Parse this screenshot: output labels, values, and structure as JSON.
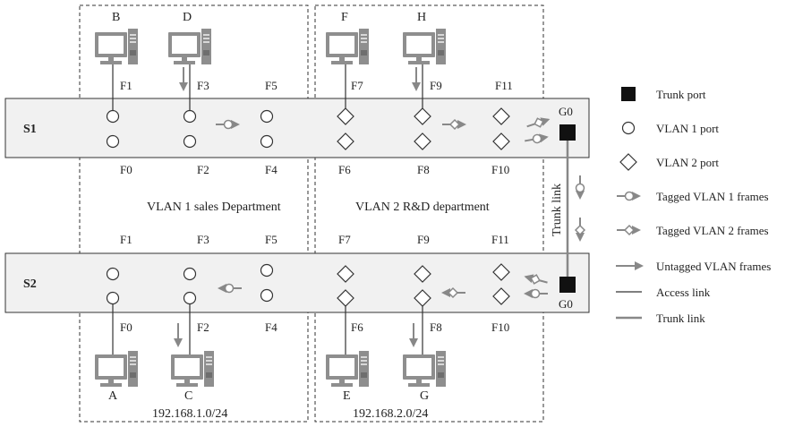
{
  "switches": {
    "s1": {
      "label": "S1",
      "trunk_port": "G0"
    },
    "s2": {
      "label": "S2",
      "trunk_port": "G0"
    }
  },
  "hosts": {
    "top": [
      "B",
      "D",
      "F",
      "H"
    ],
    "bottom": [
      "A",
      "C",
      "E",
      "G"
    ]
  },
  "ports": {
    "odd": [
      "F1",
      "F3",
      "F5",
      "F7",
      "F9",
      "F11"
    ],
    "even": [
      "F0",
      "F2",
      "F4",
      "F6",
      "F8",
      "F10"
    ]
  },
  "vlans": {
    "vlan1": {
      "name": "VLAN 1 sales Department",
      "subnet": "192.168.1.0/24"
    },
    "vlan2": {
      "name": "VLAN 2 R&D department",
      "subnet": "192.168.2.0/24"
    }
  },
  "trunk_label": "Trunk link",
  "legend": {
    "trunk_port": "Trunk port",
    "vlan1_port": "VLAN 1 port",
    "vlan2_port": "VLAN 2 port",
    "tagged_vlan1": "Tagged VLAN 1 frames",
    "tagged_vlan2": "Tagged VLAN 2 frames",
    "untagged": "Untagged VLAN frames",
    "access_link": "Access link",
    "trunk_link": "Trunk link"
  },
  "colors": {
    "band": "#f1f1f1",
    "line": "#333333",
    "arrow": "#888888",
    "monitor": "#8e8e8e",
    "screen": "#ffffff"
  }
}
